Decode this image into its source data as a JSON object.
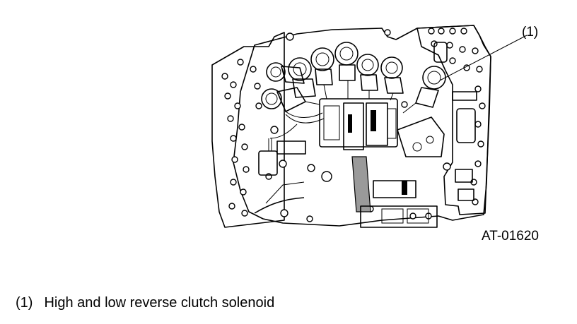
{
  "callout": {
    "number": "(1)"
  },
  "figure": {
    "id": "AT-01620"
  },
  "legend": [
    {
      "number": "(1)",
      "text": "High and low reverse clutch solenoid"
    }
  ]
}
